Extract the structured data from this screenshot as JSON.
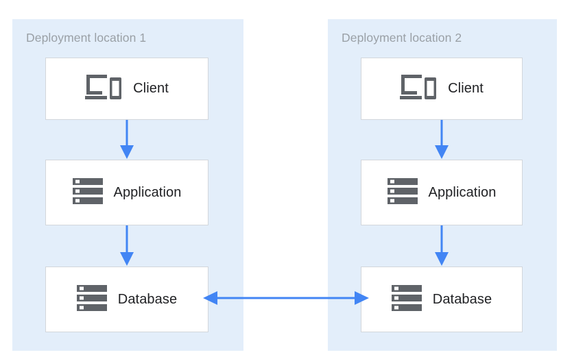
{
  "diagram": {
    "type": "multi-region-deployment-architecture",
    "colors": {
      "zone_background": "#e3eefa",
      "node_background": "#ffffff",
      "node_border": "#d2d6db",
      "arrow": "#4285f4",
      "icon": "#5f6368",
      "zone_label_text": "#9aa0a6",
      "node_label_text": "#202124",
      "page_background": "#ffffff"
    },
    "zones": [
      {
        "id": "zone-1",
        "label": "Deployment location 1",
        "nodes": [
          {
            "id": "client-1",
            "label": "Client",
            "icon": "devices-icon"
          },
          {
            "id": "application-1",
            "label": "Application",
            "icon": "server-rack-icon"
          },
          {
            "id": "database-1",
            "label": "Database",
            "icon": "server-rack-icon"
          }
        ]
      },
      {
        "id": "zone-2",
        "label": "Deployment location 2",
        "nodes": [
          {
            "id": "client-2",
            "label": "Client",
            "icon": "devices-icon"
          },
          {
            "id": "application-2",
            "label": "Application",
            "icon": "server-rack-icon"
          },
          {
            "id": "database-2",
            "label": "Database",
            "icon": "server-rack-icon"
          }
        ]
      }
    ],
    "connections": [
      {
        "id": "client-app-1",
        "from": "client-1",
        "to": "application-1",
        "direction": "down",
        "arrowheads": "single"
      },
      {
        "id": "app-db-1",
        "from": "application-1",
        "to": "database-1",
        "direction": "down",
        "arrowheads": "single"
      },
      {
        "id": "client-app-2",
        "from": "client-2",
        "to": "application-2",
        "direction": "down",
        "arrowheads": "single"
      },
      {
        "id": "app-db-2",
        "from": "application-2",
        "to": "database-2",
        "direction": "down",
        "arrowheads": "single"
      },
      {
        "id": "db-db",
        "from": "database-1",
        "to": "database-2",
        "direction": "horizontal",
        "arrowheads": "double"
      }
    ]
  }
}
